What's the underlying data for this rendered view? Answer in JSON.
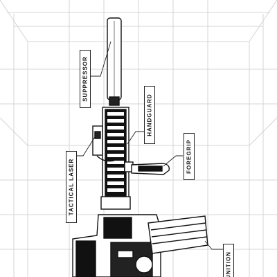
{
  "labels": {
    "suppressor": "SUPPRESSOR",
    "handguard": "HANDGUARD",
    "foregrip": "FOREGRIP",
    "tactical_laser": "TACTICAL LASER",
    "ammunition": "UNITION"
  },
  "colors": {
    "background": "#ffffff",
    "grid": "#d4d4d4",
    "ink": "#111111",
    "label_border": "#222222"
  }
}
